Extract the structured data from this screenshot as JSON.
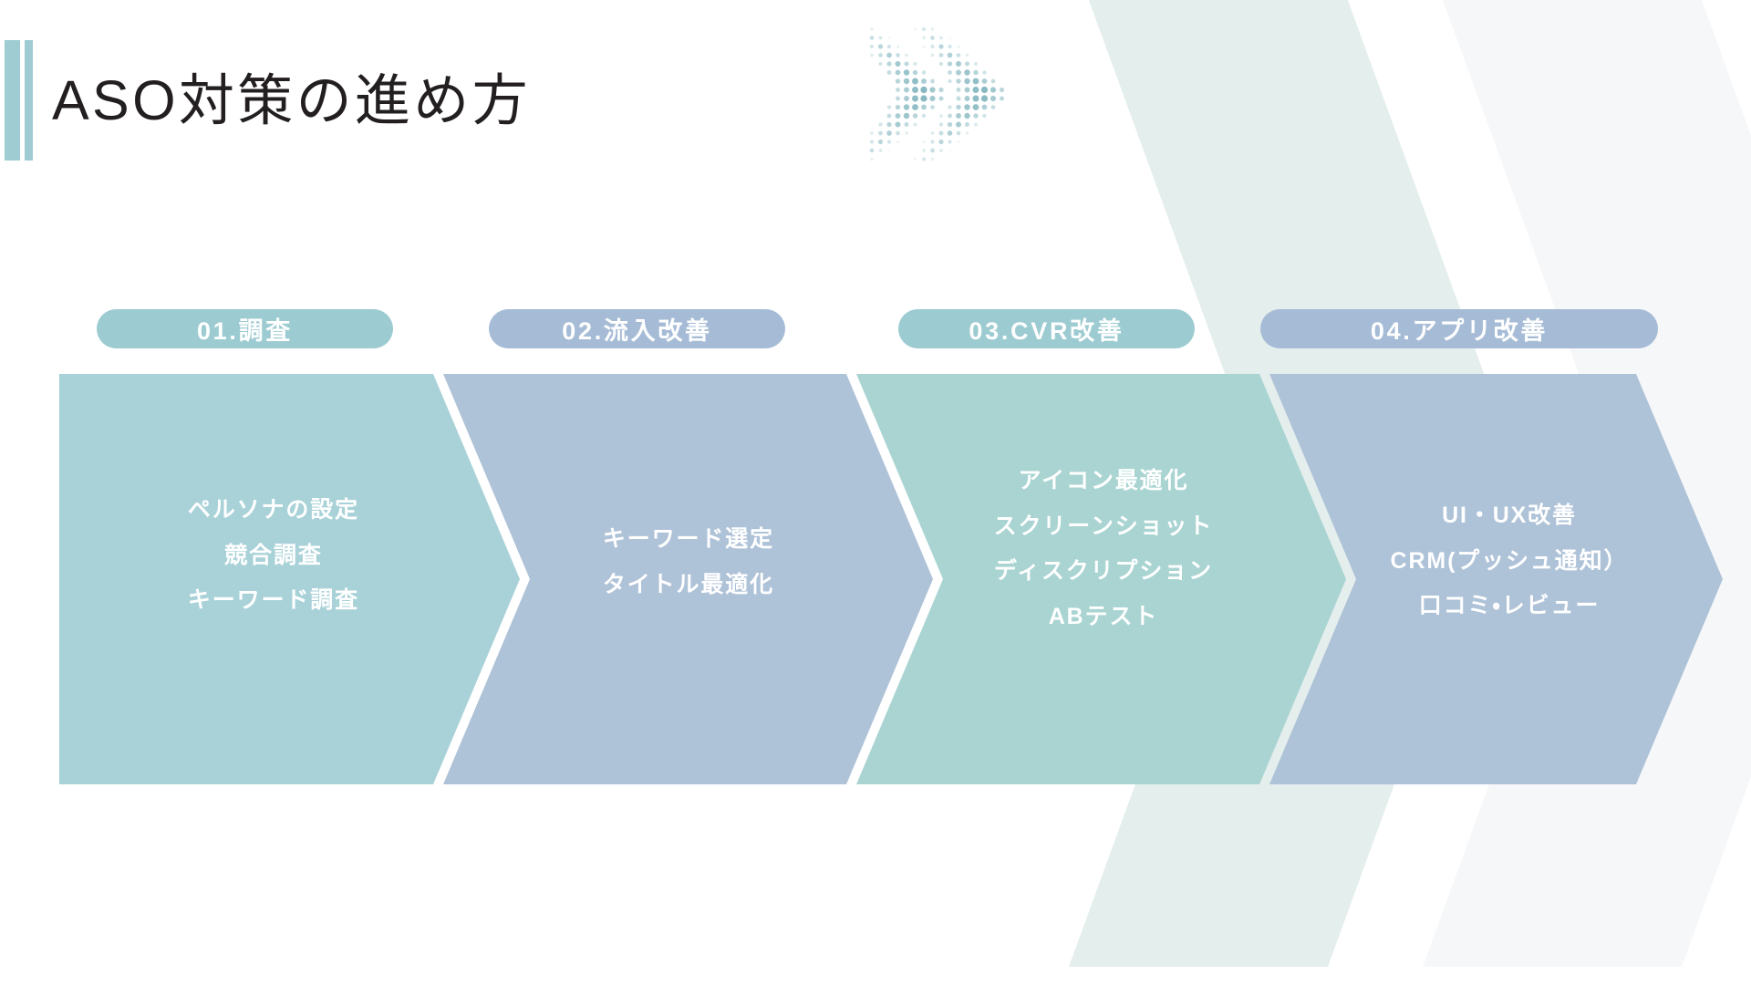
{
  "slide": {
    "title": "ASO対策の進め方",
    "background_color": "#ffffff",
    "title_color": "#231f20",
    "accent_bar_color": "#9fccd3"
  },
  "decor": {
    "dot_chevron_icon": "double-chevron-dots-icon",
    "dot_chevron_color": "#7fb4bd",
    "watermark_mint_color": "#e4eeed",
    "watermark_gray_color": "#f5f6f7"
  },
  "palette": {
    "teal": "#a9d2d8",
    "teal_pill": "#9ccbd1",
    "blue": "#aec2d8",
    "blue_pill": "#a6bcd6",
    "teal_step3": "#a9d4d2",
    "white": "#ffffff"
  },
  "steps": [
    {
      "pill_label": "01.調査",
      "pill_color": "#9ccbd1",
      "body_color": "#a9d2d8",
      "items": [
        "ペルソナの設定",
        "競合調査",
        "キーワード調査"
      ]
    },
    {
      "pill_label": "02.流入改善",
      "pill_color": "#a6bcd6",
      "body_color": "#aec2d8",
      "items": [
        "キーワード選定",
        "タイトル最適化"
      ]
    },
    {
      "pill_label": "03.CVR改善",
      "pill_color": "#9ccbd1",
      "body_color": "#a9d4d2",
      "items": [
        "アイコン最適化",
        "スクリーンショット",
        "ディスクリプション",
        "ABテスト"
      ]
    },
    {
      "pill_label": "04.アプリ改善",
      "pill_color": "#a6bcd6",
      "body_color": "#aec2d8",
      "items": [
        "UI・UX改善",
        "CRM(プッシュ通知）",
        "口コミ・レビュー"
      ]
    }
  ]
}
